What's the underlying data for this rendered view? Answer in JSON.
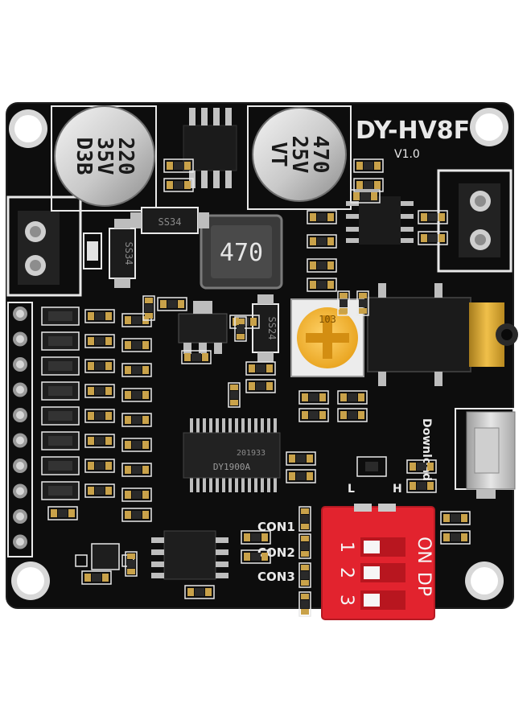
{
  "board": {
    "name": "DY-HV8F",
    "version": "V1.0",
    "colors": {
      "pcb": "#0d0d0d",
      "silkscreen": "#e9e9e9",
      "pads": "#c9a24a",
      "dip_switch": "#e2232e"
    }
  },
  "capacitor_left": {
    "line1": "220",
    "line2": "35V",
    "line3": "D3B"
  },
  "capacitor_right": {
    "line1": "470",
    "line2": "25V",
    "line3": "VT"
  },
  "inductor": {
    "label": "470"
  },
  "diodes": {
    "left": "SS34",
    "top": "SS34",
    "right": "SS24"
  },
  "trimpot": {
    "label": "103"
  },
  "main_chip": {
    "line1": "DY1900A",
    "line2": "201933"
  },
  "usb": {
    "label": "Download"
  },
  "level_select": {
    "low": "L",
    "high": "H"
  },
  "connectors": {
    "con1": "CON1",
    "con2": "CON2",
    "con3": "CON3"
  },
  "dip_switch": {
    "on_label": "ON",
    "dp_label": "DP",
    "switch_numbers": [
      "1",
      "2",
      "3"
    ]
  },
  "icons": [
    "mounting-hole-icon",
    "speaker-terminal-icon",
    "audio-jack-icon",
    "micro-usb-icon"
  ]
}
